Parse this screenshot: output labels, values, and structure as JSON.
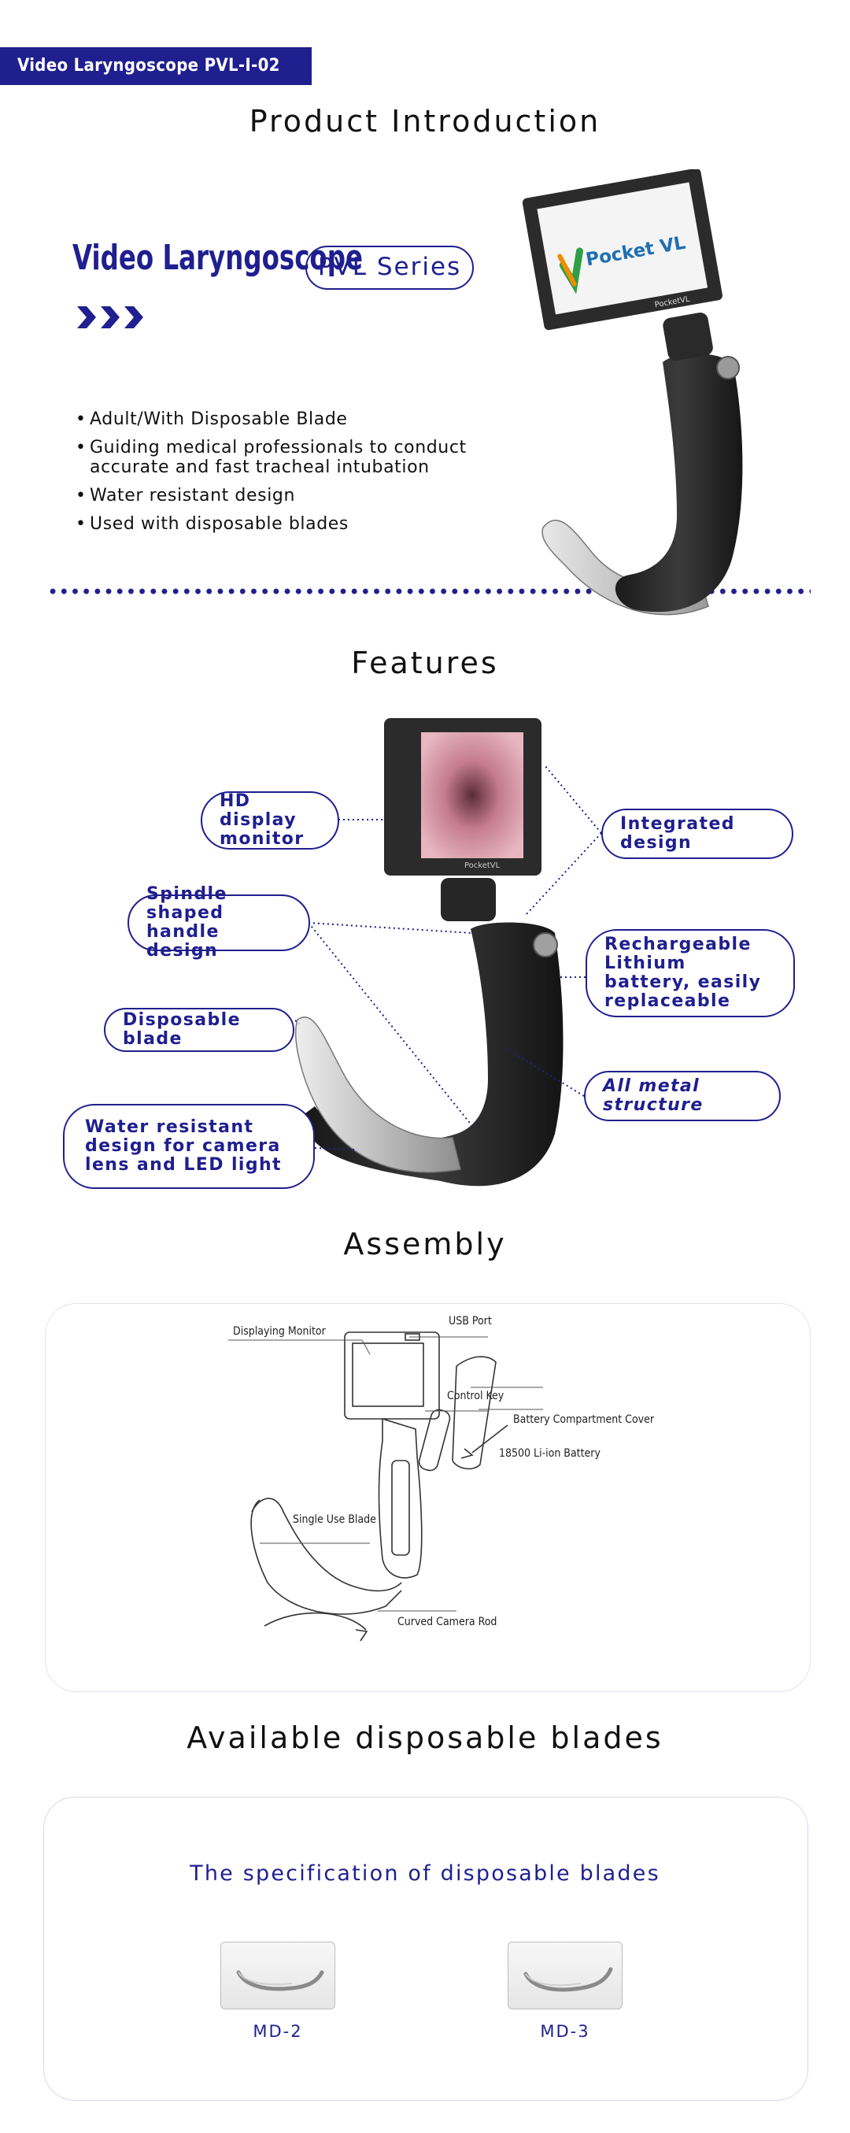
{
  "header": {
    "tag": "Video Laryngoscope PVL-I-02"
  },
  "intro": {
    "title": "Product Introduction",
    "brand_title": "Video Laryngoscope",
    "series": "PVL Series",
    "bullets": [
      "Adult/With Disposable Blade",
      "Guiding medical professionals to conduct accurate and fast tracheal intubation",
      "Water resistant design",
      "Used with disposable blades"
    ],
    "screen_logo": "Pocket VL",
    "device_brand": "PocketVL"
  },
  "features": {
    "title": "Features",
    "device_brand": "PocketVL",
    "callouts": {
      "hd_display": "HD display monitor",
      "spindle": "Spindle shaped handle design",
      "blade": "Disposable blade",
      "water": "Water resistant design for camera lens and LED light",
      "integrated": "Integrated design",
      "battery": "Rechargeable Lithium battery, easily replaceable",
      "metal": "All metal structure"
    }
  },
  "assembly": {
    "title": "Assembly",
    "labels": {
      "monitor": "Displaying Monitor",
      "usb": "USB Port",
      "control": "Control Key",
      "cover": "Battery Compartment Cover",
      "battery": "18500 Li-ion Battery",
      "blade": "Single Use Blade",
      "rod": "Curved Camera Rod"
    }
  },
  "blades": {
    "title": "Available disposable blades",
    "spec_title": "The specification of disposable blades",
    "items": [
      {
        "label": "MD-2"
      },
      {
        "label": "MD-3"
      }
    ]
  },
  "colors": {
    "accent": "#1f1f8f",
    "device": "#2b2b2b",
    "screen_bg": "#f4f4f4"
  }
}
